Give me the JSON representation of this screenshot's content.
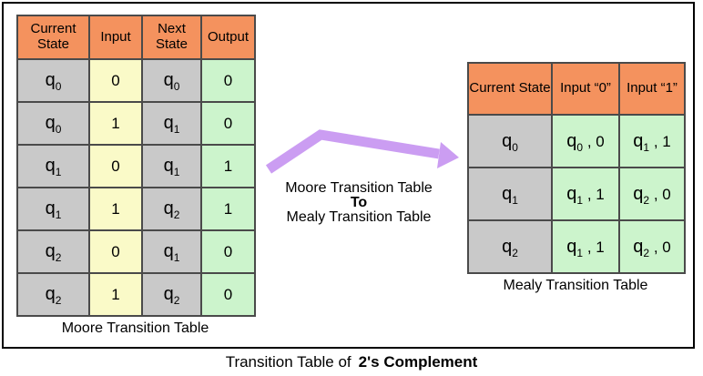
{
  "colors": {
    "header_orange": "#f4925e",
    "state_gray": "#c9c9c9",
    "input_yellow": "#fafac8",
    "output_green": "#ccf4cc",
    "arrow_purple": "#cb9df2"
  },
  "moore": {
    "headers": [
      "Current State",
      "Input",
      "Next State",
      "Output"
    ],
    "caption": "Moore Transition Table",
    "rows": [
      {
        "cs_base": "q",
        "cs_sub": "0",
        "input": "0",
        "ns_base": "q",
        "ns_sub": "0",
        "output": "0"
      },
      {
        "cs_base": "q",
        "cs_sub": "0",
        "input": "1",
        "ns_base": "q",
        "ns_sub": "1",
        "output": "0"
      },
      {
        "cs_base": "q",
        "cs_sub": "1",
        "input": "0",
        "ns_base": "q",
        "ns_sub": "1",
        "output": "1"
      },
      {
        "cs_base": "q",
        "cs_sub": "1",
        "input": "1",
        "ns_base": "q",
        "ns_sub": "2",
        "output": "1"
      },
      {
        "cs_base": "q",
        "cs_sub": "2",
        "input": "0",
        "ns_base": "q",
        "ns_sub": "1",
        "output": "0"
      },
      {
        "cs_base": "q",
        "cs_sub": "2",
        "input": "1",
        "ns_base": "q",
        "ns_sub": "2",
        "output": "0"
      }
    ]
  },
  "arrow_label": {
    "line1": "Moore Transition Table",
    "line2": "To",
    "line3": "Mealy Transition Table"
  },
  "mealy": {
    "headers": [
      "Current State",
      "Input “0”",
      "Input “1”"
    ],
    "caption": "Mealy Transition Table",
    "rows": [
      {
        "cs_base": "q",
        "cs_sub": "0",
        "in0_base": "q",
        "in0_sub": "0",
        "in0_rest": " , 0",
        "in1_base": "q",
        "in1_sub": "1",
        "in1_rest": " , 1"
      },
      {
        "cs_base": "q",
        "cs_sub": "1",
        "in0_base": "q",
        "in0_sub": "1",
        "in0_rest": " , 1",
        "in1_base": "q",
        "in1_sub": "2",
        "in1_rest": " , 0"
      },
      {
        "cs_base": "q",
        "cs_sub": "2",
        "in0_base": "q",
        "in0_sub": "1",
        "in0_rest": " , 1",
        "in1_base": "q",
        "in1_sub": "2",
        "in1_rest": " , 0"
      }
    ]
  },
  "footer": {
    "prefix": "Transition Table of",
    "bold": "2's Complement"
  }
}
